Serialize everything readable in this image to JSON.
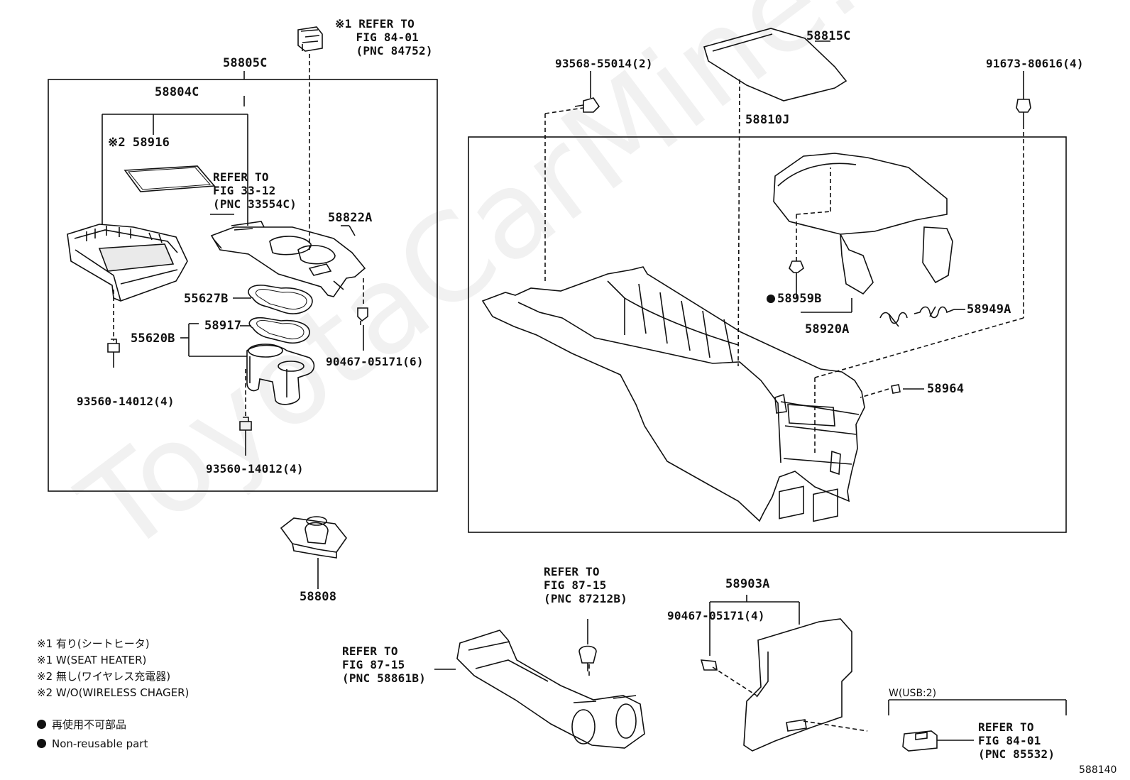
{
  "watermark": "ToyotaCarMine.ru",
  "figure_id": "588140",
  "labels": {
    "l_58805C": "58805C",
    "l_58804C": "58804C",
    "l_58916": "58916",
    "l_58916_mark": "※2",
    "l_58822A": "58822A",
    "l_55627B": "55627B",
    "l_58917": "58917",
    "l_55620B": "55620B",
    "l_90467_a": "90467-05171(6)",
    "l_93560_a": "93560-14012(4)",
    "l_93560_b": "93560-14012(4)",
    "l_58808": "58808",
    "l_93568": "93568-55014(2)",
    "l_58815C": "58815C",
    "l_58810J": "58810J",
    "l_91673": "91673-80616(4)",
    "l_58959B": "58959B",
    "l_58920A": "58920A",
    "l_58949A": "58949A",
    "l_58964": "58964",
    "l_58903A": "58903A",
    "l_90467_b": "90467-05171(4)",
    "l_wusb": "W(USB:2)"
  },
  "refs": {
    "ref_top": "※1 REFER TO\n   FIG 84-01\n   (PNC 84752)",
    "ref_33": "REFER TO\nFIG 33-12\n(PNC 33554C)",
    "ref_87a": "REFER TO\nFIG 87-15\n(PNC 87212B)",
    "ref_87b": "REFER TO\nFIG 87-15\n(PNC 58861B)",
    "ref_84b": "REFER TO\nFIG 84-01\n(PNC 85532)"
  },
  "legend": [
    "※1 有り(シートヒータ)",
    "※1 W(SEAT HEATER)",
    "※2 無し(ワイヤレス充電器)",
    "※2 W/O(WIRELESS CHAGER)"
  ],
  "legend_dot": [
    "再使用不可部品",
    "Non-reusable part"
  ]
}
